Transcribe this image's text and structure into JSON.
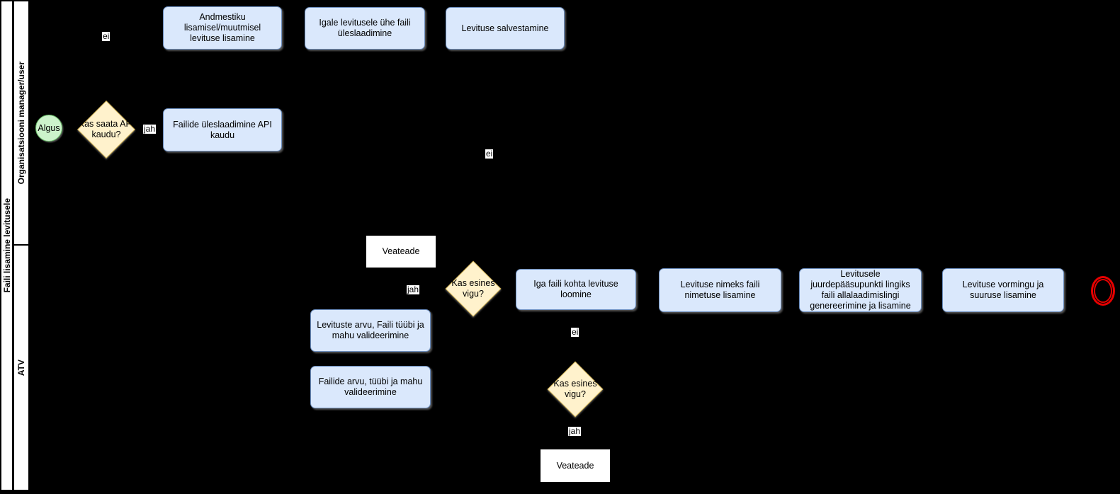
{
  "diagram": {
    "pool_title": "Faili lisamine levitusele",
    "lane_top_title": "Organisatsiooni manager/user",
    "lane_bottom_title": "ATV"
  },
  "palette": {
    "background": "#000000",
    "task_fill": "#dae8fc",
    "task_stroke": "#6c8ebf",
    "decision_fill": "#fff2cc",
    "decision_stroke": "#d6b656",
    "start_fill": "#ccf3cb",
    "start_stroke": "#6abf69",
    "end_stroke": "#e60000",
    "note_fill": "#ffffff",
    "lane_strip_fill": "#ffffff"
  },
  "nodes": {
    "start": "Algus",
    "decision_api": "Kas saata API kaudu?",
    "task_andmestiku": "Andmestiku lisamisel/muutmisel levituse lisamine",
    "task_igale": "Igale levitusele ühe faili üleslaadimine",
    "task_salvestamine": "Levituse salvestamine",
    "task_failide_api": "Failide üleslaadimine API kaudu",
    "note_veateade_top": "Veateade",
    "decision_vigu_1": "Kas esines vigu?",
    "task_iga_faili": "Iga faili kohta levituse loomine",
    "task_levituste_arvu": "Levituste arvu, Faili tüübi ja mahu valideerimine",
    "task_failide_arvu": "Failide arvu, tüübi ja mahu valideerimine",
    "decision_vigu_2": "Kas esines vigu?",
    "note_veateade_bottom": "Veateade",
    "task_nimeks": "Levituse nimeks faili nimetuse lisamine",
    "task_juurdepaas": "Levitusele juurdepääsupunkti lingiks faili allalaadimislingi genereerimine ja lisamine",
    "task_vorming": "Levituse vormingu ja suuruse lisamine"
  },
  "edge_labels": {
    "ei_top": "ei",
    "jah_api": "jah",
    "ei_mid": "ei",
    "jah_vigu1": "jah",
    "ei_vigu1": "ei",
    "jah_vigu2": "jah"
  }
}
